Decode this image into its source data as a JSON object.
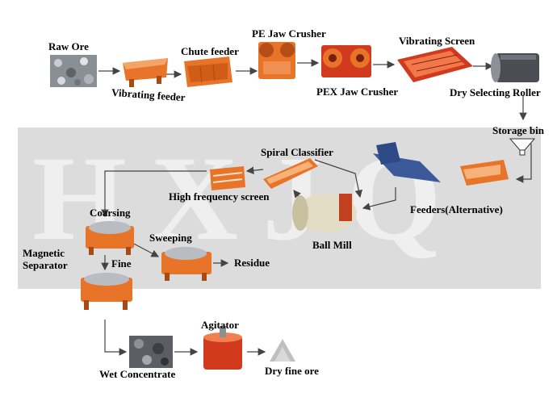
{
  "watermark": "HXJQ",
  "labels": {
    "raw_ore": "Raw Ore",
    "vibrating_feeder": "Vibrating feeder",
    "chute_feeder": "Chute feeder",
    "pe_jaw_crusher": "PE Jaw Crusher",
    "pex_jaw_crusher": "PEX Jaw Crusher",
    "vibrating_screen": "Vibrating Screen",
    "dry_selecting_roller": "Dry Selecting Roller",
    "storage_bin": "Storage bin",
    "feeders_alternative": "Feeders(Alternative)",
    "ball_mill": "Ball Mill",
    "spiral_classifier": "Spiral Classifier",
    "high_frequency_screen": "High frequency screen",
    "coarsing": "Coarsing",
    "sweeping": "Sweeping",
    "magnetic_separator": "Magnetic\nSeparator",
    "fine": "Fine",
    "residue": "Residue",
    "agitator": "Agitator",
    "wet_concentrate": "Wet Concentrate",
    "dry_fine_ore": "Dry fine ore"
  },
  "colors": {
    "machine_orange": "#e8742a",
    "machine_red": "#d23a1e",
    "band_gray": "#dcdcdc",
    "arrow": "#444444"
  }
}
